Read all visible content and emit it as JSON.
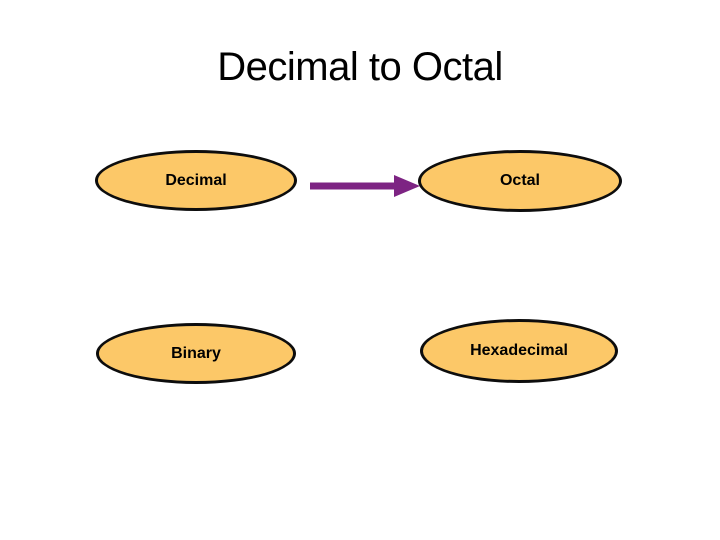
{
  "slide": {
    "title": "Decimal to Octal"
  },
  "nodes": [
    {
      "id": "decimal",
      "label": "Decimal"
    },
    {
      "id": "octal",
      "label": "Octal"
    },
    {
      "id": "binary",
      "label": "Binary"
    },
    {
      "id": "hexadecimal",
      "label": "Hexadecimal"
    }
  ],
  "arrow": {
    "from": "Decimal",
    "to": "Octal",
    "color": "#7D2483"
  },
  "theme": {
    "slide_bg": "#FFFFFF",
    "ellipse_fill": "#FCC868",
    "ellipse_border": "#0D0D0D",
    "title_color": "#000000",
    "label_color": "#000000"
  }
}
